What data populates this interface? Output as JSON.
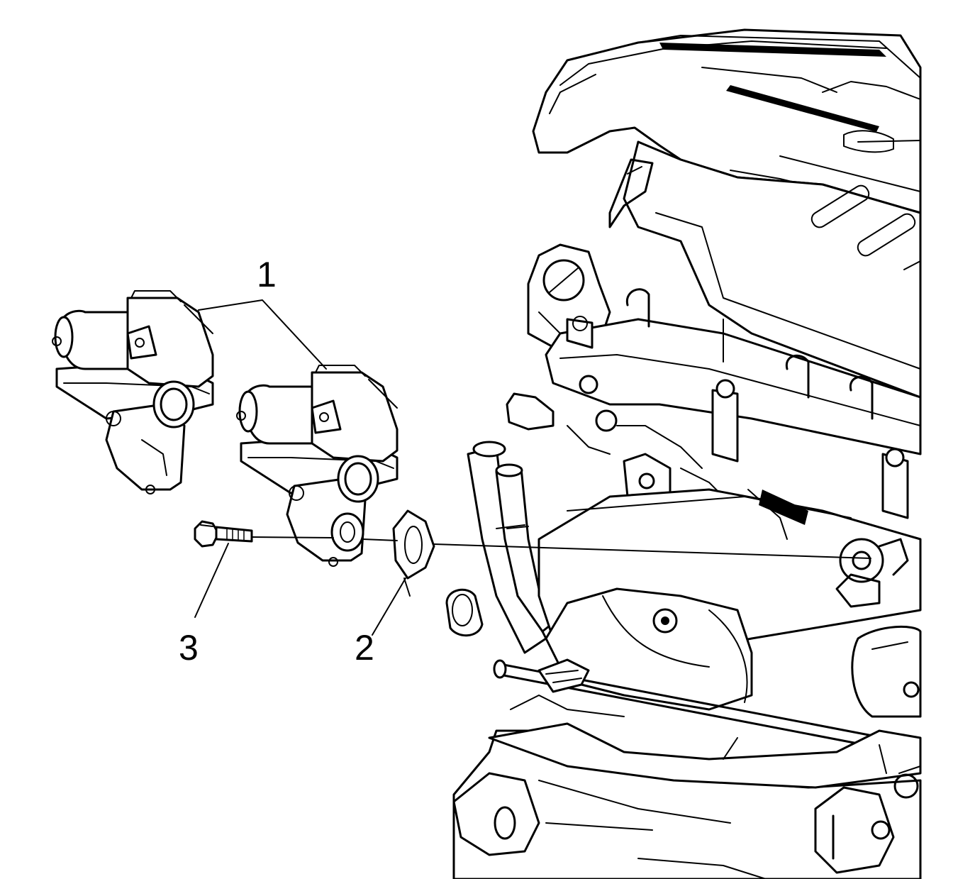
{
  "callouts": [
    {
      "id": "1"
    },
    {
      "id": "2"
    },
    {
      "id": "3"
    }
  ],
  "colors": {
    "ink": "#000000",
    "paper": "#ffffff"
  }
}
